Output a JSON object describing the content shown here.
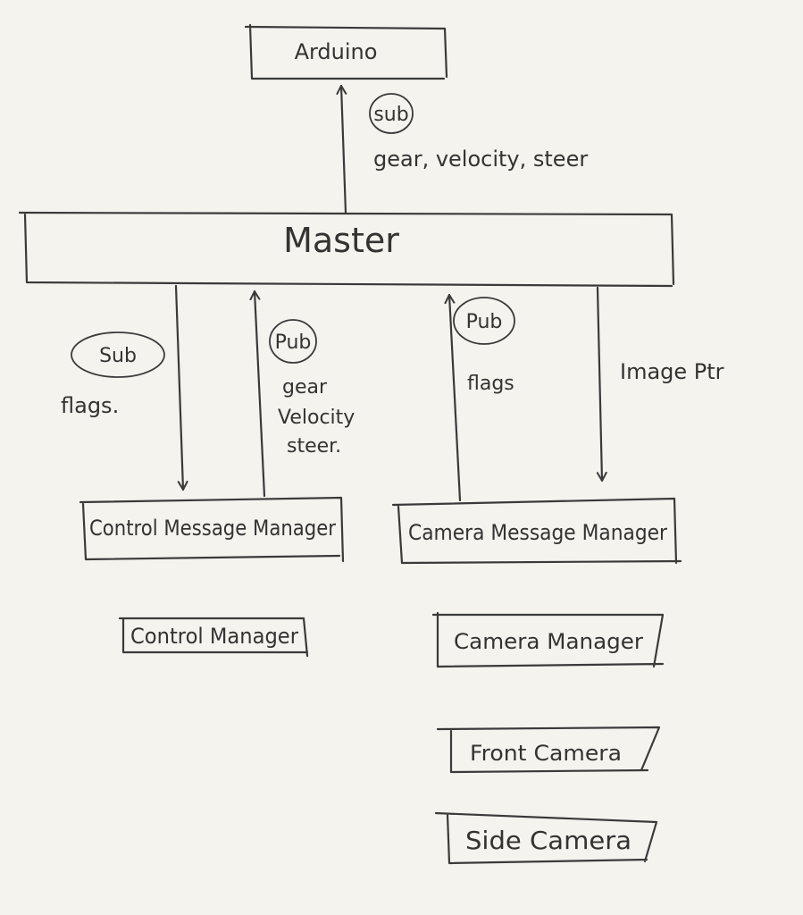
{
  "nodes": {
    "arduino": "Arduino",
    "master": "Master",
    "control_message_manager": "Control Message Manager",
    "camera_message_manager": "Camera Message Manager",
    "control_manager": "Control Manager",
    "camera_manager": "Camera Manager",
    "front_camera": "Front Camera",
    "side_camera": "Side Camera"
  },
  "edges": {
    "master_to_arduino": {
      "tag": "sub",
      "label": "gear, velocity, steer"
    },
    "master_to_control_mm": {
      "tag": "Sub",
      "label": "flags."
    },
    "control_mm_to_master": {
      "tag": "Pub",
      "label_lines": [
        "gear",
        "Velocity",
        "steer."
      ]
    },
    "camera_mm_to_master": {
      "tag": "Pub",
      "label": "flags"
    },
    "master_to_camera_mm": {
      "label": "Image Ptr"
    }
  }
}
